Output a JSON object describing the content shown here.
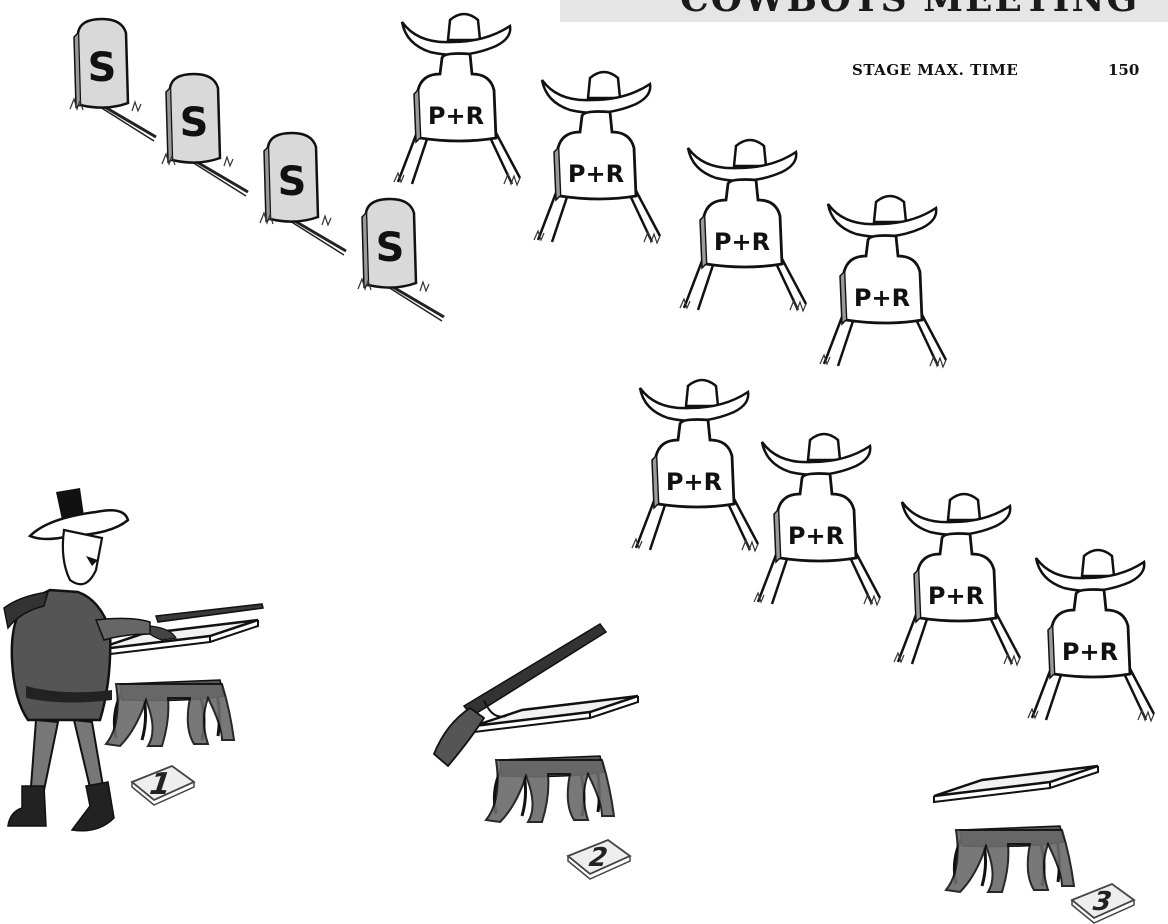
{
  "header": {
    "title": "COWBOYS MEETING"
  },
  "stage_info": {
    "label": "STAGE MAX. TIME",
    "value": "150"
  },
  "steel_targets": [
    {
      "label": "S"
    },
    {
      "label": "S"
    },
    {
      "label": "S"
    },
    {
      "label": "S"
    }
  ],
  "pr_targets_upper": [
    {
      "label": "P+R"
    },
    {
      "label": "P+R"
    },
    {
      "label": "P+R"
    },
    {
      "label": "P+R"
    }
  ],
  "pr_targets_lower": [
    {
      "label": "P+R"
    },
    {
      "label": "P+R"
    },
    {
      "label": "P+R"
    },
    {
      "label": "P+R"
    }
  ],
  "positions": [
    {
      "number": "1"
    },
    {
      "number": "2"
    },
    {
      "number": "3"
    }
  ]
}
